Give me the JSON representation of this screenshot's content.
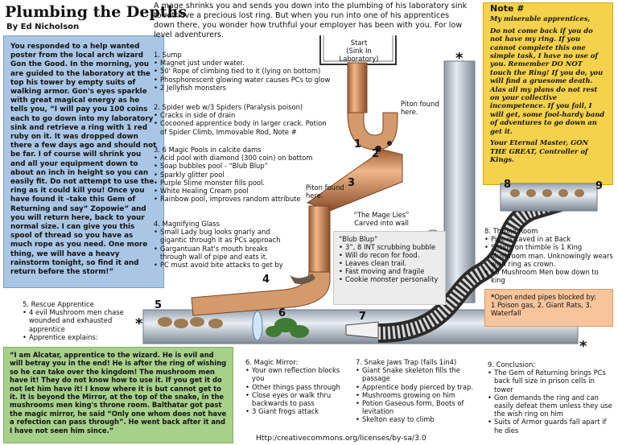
{
  "title": "Plumbing the Depths",
  "author": "By Ed Nicholson",
  "intro": "You responded to a help wanted poster from the local arch wizard Gon the Good. In the morning, you are guided to the laboratory at the top his tower by empty suits of walking armor. Gon's eyes sparkle with great magical energy as he tells you, “I will pay you 100 coins each to go down into my laboratory sink and retrieve a ring with 1 red ruby on it. It was dropped down there a few days ago and should not be far. I of course will shrink you and all your equipment down to about an inch in height so you can easily fit. Do not attempt to use the ring as it could kill you! Once you have found it –take this Gem of Returning and say” Zopowie” and you will return here, back to your normal size. I can give you this spool of thread so you have as much rope as you need. One more thing, we will have a heavy rainstorm tonight, so find it and return before the storm!”",
  "hook": "A mage shrinks you and sends you down into the plumbing of his laboratory sink to retrieve a precious lost ring. But when you run into one of his apprentices down there, you wonder how truthful your employer has been with you. For low level adventurers.",
  "note": {
    "heading": "Note #",
    "p1": "My miserable apprentices,",
    "p2": "Do not come back if you do not have my ring. If you cannot complete this one simple task, I have no use of you. Remember DO NOT touch the Ring! If you do, you will find a gruesome death. Alas all my plans do not rest on your collective incompetence. If you fail, I will get, some fool-hardy band of adventures to go down an get it.",
    "p3": "Your Eternal Master, GON THE GREAT, Controller of Kings."
  },
  "keys": {
    "k1": {
      "title": "1.  Sump",
      "items": [
        "Magnet just under water.",
        "50' Rope of climbing tied to it (lying on bottom)",
        "Phosphorescent glowing water causes PCs to glow",
        "2 Jellyfish monsters"
      ]
    },
    "k2": {
      "title": "2.  Spider web w/3 Spiders (Paralysis poison)",
      "items": [
        "Cracks in side of drain",
        "Cocooned apprentice body in larger crack. Potion of Spider Climb, Immovable Rod, Note #"
      ]
    },
    "k3": {
      "title": "3.  6 Magic Pools in calcite dams",
      "items": [
        "Acid pool with diamond (300 coin) on bottom",
        "Soap bubbles pool - “Blub Blup”",
        "Sparkly glitter pool",
        "Purple Slime monster fills pool.",
        "White Healing Cream pool",
        "Rainbow pool, improves random attribute"
      ]
    },
    "k4": {
      "title": "4.  Magnifying Glass",
      "items": [
        "Small Lady bug looks gnarly and gigantic through it as PCs approach",
        "Gargantuan Rat's mouth breaks through wall of pipe and eats it.",
        "PC must avoid bite attacks to get by"
      ]
    },
    "k5": {
      "title": "5.  Rescue Apprentice",
      "items": [
        "4 evil Mushroom men chase wounded and exhausted apprentice",
        "Apprentice explains:"
      ]
    },
    "k6": {
      "title": "6.  Magic Mirror:",
      "items": [
        "Your own reflection blocks you",
        "Other things pass through",
        "Close eyes or walk thru backwards to pass",
        "3 Giant frogs attack"
      ]
    },
    "k7": {
      "title": "7. Snake Jaws Trap (falls 1in4)",
      "items": [
        "Giant Snake skeleton fills the passage",
        "Apprentice body pierced by trap.",
        "Mushrooms growing on him",
        "Potion Gaseous form, Boots of levitation",
        "Skelton easy to climb"
      ]
    },
    "k8": {
      "title": "8.  Throne Room",
      "items": [
        "Pipe is caved in at Back",
        "Sitting on thimble is 1 King Mushroom man. Unknowingly wears wish ring as crown.",
        "10 Mushroom Men bow down to king"
      ]
    },
    "k9": {
      "title": "9.  Conclusion:",
      "items": [
        "The Gem of Returning brings PCs back full size in prison cells in tower",
        "Gon demands the ring and can easily defeat them unless they use the wish ring on him",
        "Suits of Armor guards fall apart if he dies"
      ]
    }
  },
  "blub": {
    "title": "“Blub Blup”",
    "items": [
      "3”, 8 INT scrubbing bubble",
      "Will do recon for food.",
      "Leaves clean trail.",
      "Fast moving and fragile",
      "Cookie monster personality"
    ]
  },
  "apprentice_quote": "“I am Alcatar, apprentice to the wizard. He is evil and will betray you in the end! He is after the ring of wishing so he can take over the kingdom! The mushroom men have it! They do not know how to use it. If you get it do not let him have it! I know where it is but cannot get to it. It is beyond the Mirror, at the top of the snake, in the mushrooms men king's throne room. Balthatar got past the magic mirror, he said “Only one whom does not have a refection can pass through”. He went back after it and I have not seen him since.”",
  "blocked": {
    "title": "Open ended pipes blocked by:",
    "text": "1 Poison gas, 2. Giant Rats, 3. Waterfall"
  },
  "labels": {
    "start": "Start",
    "start_sub": "(Sink In Laboratory)",
    "piton1": "Piton found here.",
    "piton2": "Piton found here.",
    "mage_lies": "“The Mage Lies” Carved into wall"
  },
  "numbers": [
    "1",
    "2",
    "3",
    "4",
    "5",
    "6",
    "7",
    "8",
    "9"
  ],
  "asterisk": "*",
  "license": "Http:/creativecommons.org/licenses/by-sa/3.0",
  "colors": {
    "intro_bg": "#a9c6e4",
    "note_bg": "#f4d24b",
    "green_bg": "#a7d08b",
    "orange_bg": "#f8c49b",
    "pipe_copper": "#c88a58",
    "pipe_grey": "#b8c2cc"
  }
}
